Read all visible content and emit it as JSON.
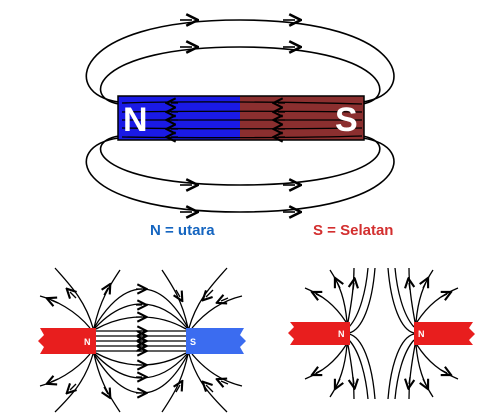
{
  "top_magnet": {
    "north_label": "N",
    "south_label": "S",
    "north_color": "#1a1ae6",
    "south_color": "#8b2f2f"
  },
  "legend": {
    "north_text": "N = utara",
    "north_color": "#1565c0",
    "south_text": "S = Selatan",
    "south_color": "#d32f2f"
  },
  "bottom_left": {
    "left_pole": "N",
    "right_pole": "S",
    "left_color": "#e81e1e",
    "right_color": "#3b6cf0"
  },
  "bottom_right": {
    "left_pole": "N",
    "right_pole": "N",
    "color": "#e81e1e"
  }
}
